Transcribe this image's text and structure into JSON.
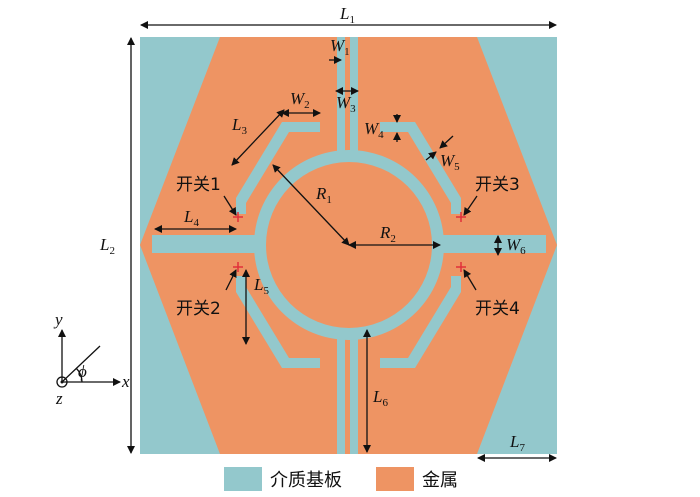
{
  "colors": {
    "substrate": "#93C8CC",
    "metal": "#EE9463",
    "switch": "#E0303A",
    "ink": "#111111"
  },
  "dimensions": {
    "L1": {
      "main": "L",
      "sub": "1"
    },
    "L2": {
      "main": "L",
      "sub": "2"
    },
    "L3": {
      "main": "L",
      "sub": "3"
    },
    "L4": {
      "main": "L",
      "sub": "4"
    },
    "L5": {
      "main": "L",
      "sub": "5"
    },
    "L6": {
      "main": "L",
      "sub": "6"
    },
    "L7": {
      "main": "L",
      "sub": "7"
    },
    "W1": {
      "main": "W",
      "sub": "1"
    },
    "W2": {
      "main": "W",
      "sub": "2"
    },
    "W3": {
      "main": "W",
      "sub": "3"
    },
    "W4": {
      "main": "W",
      "sub": "4"
    },
    "W5": {
      "main": "W",
      "sub": "5"
    },
    "W6": {
      "main": "W",
      "sub": "6"
    },
    "R1": {
      "main": "R",
      "sub": "1"
    },
    "R2": {
      "main": "R",
      "sub": "2"
    }
  },
  "switches": {
    "s1": "开关1",
    "s2": "开关2",
    "s3": "开关3",
    "s4": "开关4"
  },
  "axes": {
    "y": "y",
    "x": "x",
    "z": "z",
    "phi": "ϕ"
  },
  "legend": [
    {
      "label": "介质基板",
      "color": "#93C8CC"
    },
    {
      "label": "金属",
      "color": "#EE9463"
    }
  ]
}
